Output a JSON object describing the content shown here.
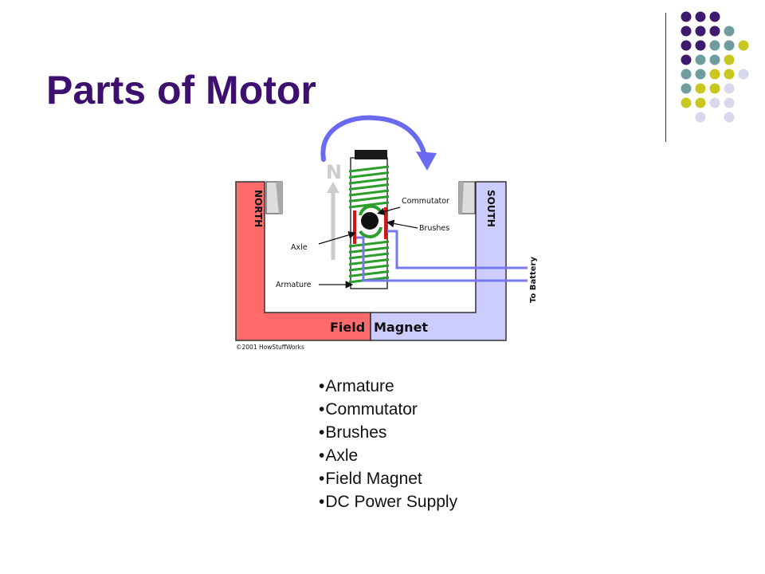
{
  "slide": {
    "title": "Parts of Motor"
  },
  "diagram": {
    "labels": {
      "north": "NORTH",
      "south": "SOUTH",
      "pole_n": "N",
      "commutator": "Commutator",
      "brushes": "Brushes",
      "axle": "Axle",
      "armature": "Armature",
      "to_battery": "To Battery",
      "field": "Field",
      "magnet": "Magnet",
      "copyright": "©2001 HowStuffWorks"
    },
    "colors": {
      "north_magnet": "#ff6b6b",
      "south_magnet": "#ccccff",
      "coil": "#2a9d2a",
      "brush": "#dd1111",
      "wire": "#7777ee",
      "rotation_arrow": "#6a6af0"
    }
  },
  "bullets": [
    "Armature",
    "Commutator",
    "Brushes",
    "Axle",
    "Field Magnet",
    "DC Power Supply"
  ],
  "decoration": {
    "dot_colors": [
      "#3d1a6e",
      "#6f9d9d",
      "#c8c820",
      "#d8d8ec"
    ]
  }
}
